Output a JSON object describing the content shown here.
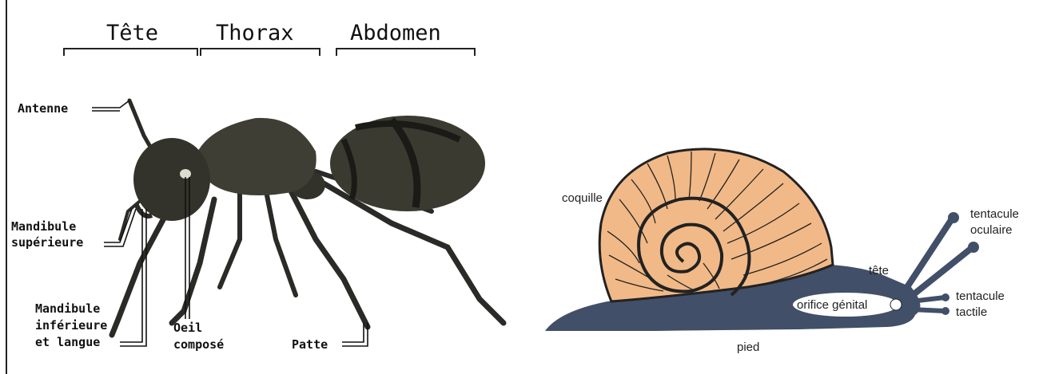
{
  "ant": {
    "segments": {
      "head": "Tête",
      "thorax": "Thorax",
      "abdomen": "Abdomen"
    },
    "labels": {
      "antenna": "Antenne",
      "upper_mandible_1": "Mandibule",
      "upper_mandible_2": "supérieure",
      "lower_mandible_1": "Mandibule",
      "lower_mandible_2": "inférieure",
      "lower_mandible_3": "et langue",
      "eye_1": "Oeil",
      "eye_2": "composé",
      "leg": "Patte"
    }
  },
  "snail": {
    "labels": {
      "shell": "coquille",
      "head": "tête",
      "ocular_1": "tentacule",
      "ocular_2": "oculaire",
      "tactile_1": "tentacule",
      "tactile_2": "tactile",
      "genital": "orifice génital",
      "foot": "pied"
    },
    "colors": {
      "body": "#414f68",
      "shell": "#f1b987",
      "shell_line": "#222222"
    }
  }
}
